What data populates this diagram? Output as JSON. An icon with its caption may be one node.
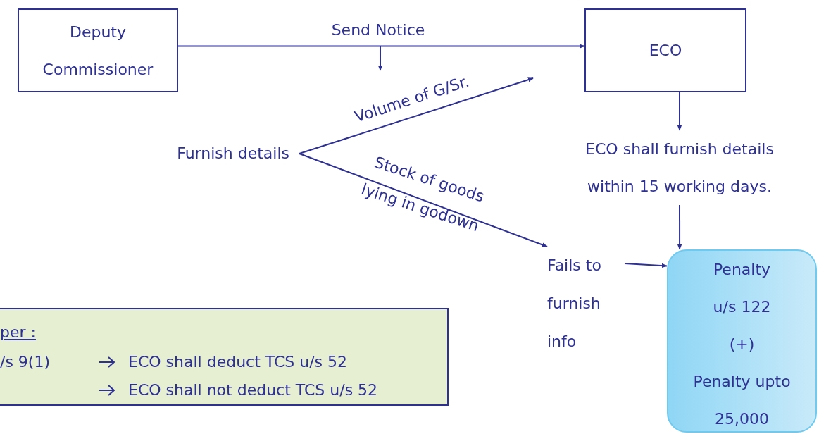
{
  "diagram": {
    "nodes": [
      {
        "text": [
          "Deputy Commissioner"
        ]
      },
      {
        "text": [
          "ECO"
        ]
      },
      {
        "text": [
          "Furnish details"
        ]
      },
      {
        "text": [
          "ECO shall furnish details within 15 working days."
        ]
      },
      {
        "text": [
          "Fails to furnish info"
        ]
      },
      {
        "text": [
          "Penalty",
          "u/s 122",
          "(+)",
          "Penalty upto",
          "25,000"
        ]
      },
      {
        "text": [
          "per :",
          "/s 9(1)",
          "ECO shall deduct TCS u/s 52",
          "ECO shall not deduct TCS u/s 52"
        ]
      }
    ],
    "edges": [
      {
        "from": 0,
        "to": 1,
        "arrow": "to",
        "label": "Send Notice"
      },
      {
        "from": 2,
        "to": null,
        "arrow": "to",
        "label": "Volume of G/Sr."
      },
      {
        "from": 2,
        "to": 4,
        "arrow": "to",
        "label": "Stock of goods lying in godown"
      },
      {
        "from": 1,
        "to": 3,
        "arrow": "to"
      },
      {
        "from": 3,
        "to": 5,
        "arrow": "to"
      },
      {
        "from": 4,
        "to": 5,
        "arrow": "to"
      }
    ]
  }
}
